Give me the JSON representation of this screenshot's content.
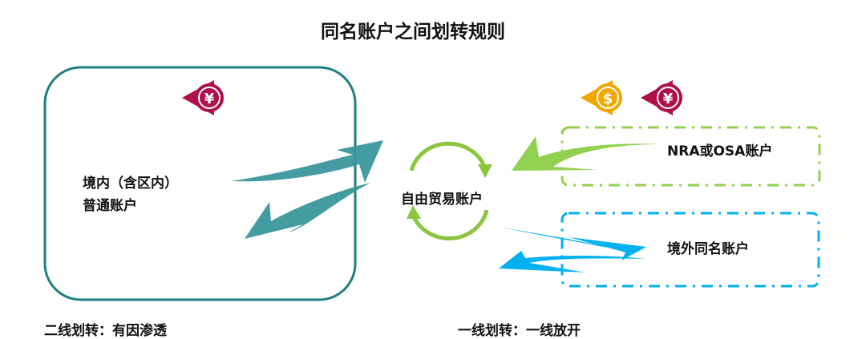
{
  "title": "同名账户之间划转规则",
  "domestic_account": {
    "line1": "境内（含区内）",
    "line2": "普通账户",
    "currency_icon": "yuan-icon"
  },
  "center_account": "自由贸易账户",
  "nra_account": "NRA或OSA账户",
  "overseas_account": "境外同名账户",
  "foreign_currency_icons": [
    "dollar-icon",
    "yuan-icon"
  ],
  "second_line_label": "二线划转：有因渗透",
  "first_line_label": "一线划转：一线放开",
  "colors": {
    "teal": "#1e7f80",
    "teal_arrow": "#3a979b",
    "green": "#92d050",
    "cyan": "#00b0f0",
    "crimson": "#b0104a",
    "gold": "#f0a800"
  }
}
